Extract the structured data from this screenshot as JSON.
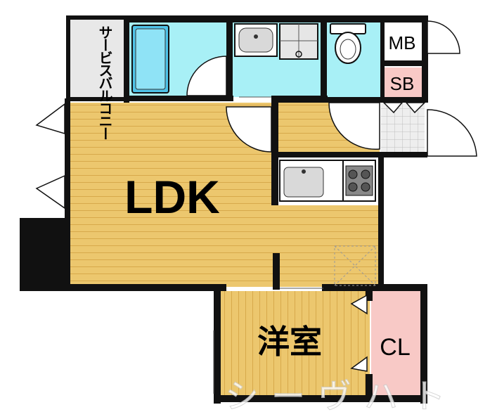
{
  "floorplan": {
    "rooms": {
      "ldk": "LDK",
      "western_room": "洋室",
      "closet": "CL",
      "meter_box": "MB",
      "shoe_box": "SB",
      "service_balcony": "サービスバルコニー"
    },
    "watermark": "シーヴハト"
  },
  "colors": {
    "wood_floor": "#ecc76e",
    "wood_stripe": "#d7a94b",
    "wet_area": "#a8f0f6",
    "tile_floor": "#e6e6e6",
    "closet": "#f8c9c6",
    "shoe_box": "#f8c9c6",
    "service_balcony": "#e8e8e8",
    "wall": "#111111"
  }
}
